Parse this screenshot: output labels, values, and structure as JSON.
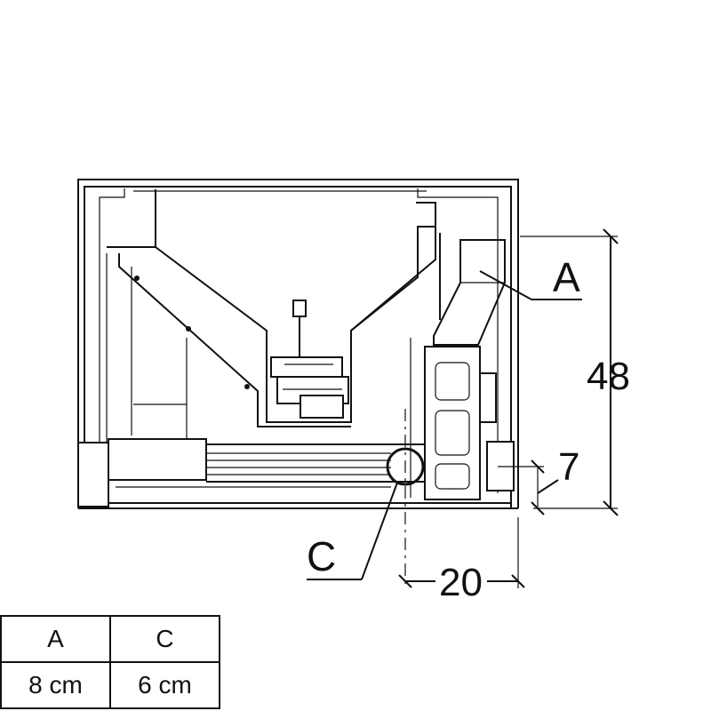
{
  "labels": {
    "a": "A",
    "c": "C"
  },
  "dimensions": {
    "height": "48",
    "offset": "7",
    "width": "20"
  },
  "table": {
    "headers": [
      "A",
      "C"
    ],
    "values": [
      "8 cm",
      "6 cm"
    ]
  }
}
